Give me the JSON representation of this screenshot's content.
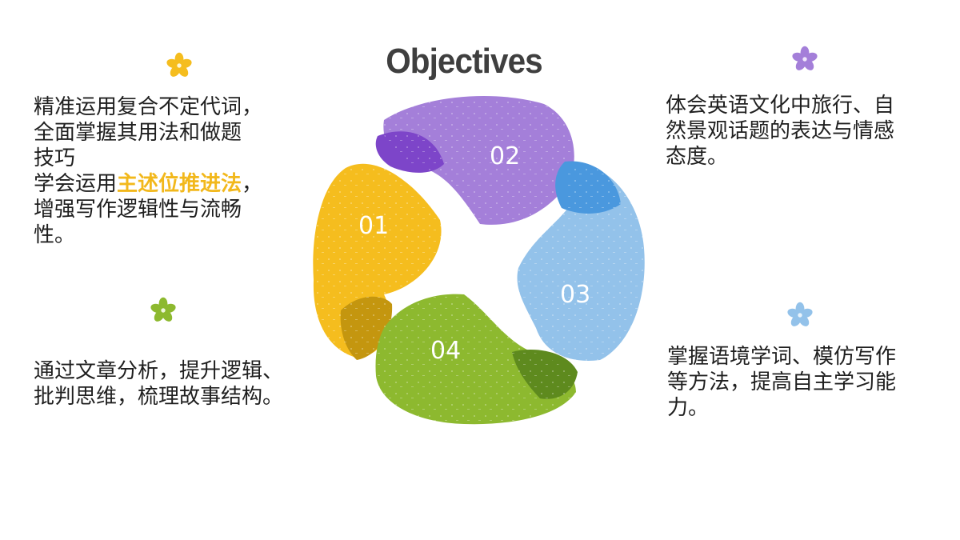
{
  "title": "Objectives",
  "blocks": {
    "b1": {
      "line1": "精准运用复合不定代词，",
      "line2": "全面掌握其用法和做题",
      "line3": "技巧",
      "line4_pre": "学会运用",
      "line4_highlight": "主述位推进法",
      "line4_post": "，",
      "line5": "增强写作逻辑性与流畅",
      "line6": "性。"
    },
    "b2": {
      "line1": "体会英语文化中旅行、自",
      "line2": "然景观话题的表达与情感",
      "line3": "态度。"
    },
    "b3": {
      "line1": "掌握语境学词、模仿写作",
      "line2": "等方法，提高自主学习能",
      "line3": "力。"
    },
    "b4": {
      "line1": "通过文章分析，提升逻辑、",
      "line2": "批判思维，梳理故事结构。"
    }
  },
  "diagram": {
    "petals": [
      {
        "label": "01",
        "color": "#f5bd1e",
        "shade": "#c4960f"
      },
      {
        "label": "02",
        "color": "#a47fd9",
        "shade": "#7d45c9"
      },
      {
        "label": "03",
        "color": "#93c2ea",
        "shade": "#4a98de"
      },
      {
        "label": "04",
        "color": "#8db92f",
        "shade": "#5e8a1e"
      }
    ]
  },
  "colors": {
    "highlight": "#f2b81c",
    "flower_yellow": "#f5bd1e",
    "flower_purple": "#a47fd9",
    "flower_green": "#8db92f",
    "flower_blue": "#93c2ea"
  }
}
